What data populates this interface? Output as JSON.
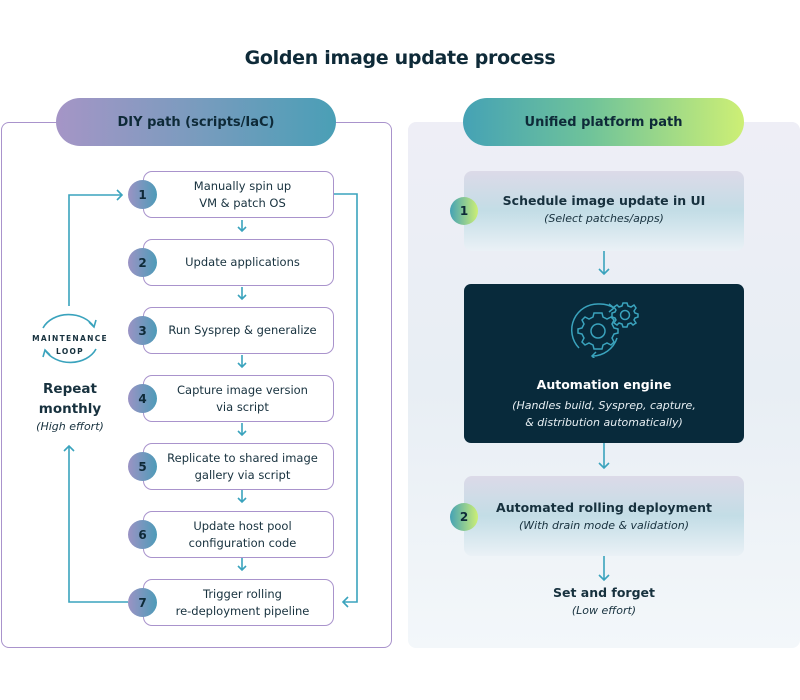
{
  "title": "Golden image update process",
  "diy": {
    "header": "DIY path (scripts/IaC)",
    "steps": [
      {
        "num": "1",
        "line1": "Manually spin up",
        "line2": "VM & patch OS"
      },
      {
        "num": "2",
        "line1": "Update applications",
        "line2": ""
      },
      {
        "num": "3",
        "line1": "Run Sysprep & generalize",
        "line2": ""
      },
      {
        "num": "4",
        "line1": "Capture image version",
        "line2": "via script"
      },
      {
        "num": "5",
        "line1": "Replicate to shared image",
        "line2": "gallery via script"
      },
      {
        "num": "6",
        "line1": "Update host pool",
        "line2": "configuration code"
      },
      {
        "num": "7",
        "line1": "Trigger rolling",
        "line2": "re-deployment pipeline"
      }
    ],
    "loop": {
      "line1": "MAINTENANCE",
      "line2": "LOOP",
      "icon": "cycle-arrows-icon"
    },
    "repeat_line1": "Repeat",
    "repeat_line2": "monthly",
    "effort": "(High effort)"
  },
  "unified": {
    "header": "Unified platform path",
    "step1": {
      "num": "1",
      "title": "Schedule image update in UI",
      "sub": "(Select patches/apps)"
    },
    "engine": {
      "icon": "gears-cycle-icon",
      "title": "Automation engine",
      "sub_line1": "(Handles build, Sysprep, capture,",
      "sub_line2": "& distribution automatically)"
    },
    "step2": {
      "num": "2",
      "title": "Automated rolling deployment",
      "sub": "(With drain mode & validation)"
    },
    "final": {
      "title": "Set and forget",
      "sub": "(Low effort)"
    }
  },
  "colors": {
    "accent": "#3aa3bd",
    "border": "#a993cc",
    "dark": "#082a3b",
    "text": "#0e2a38"
  }
}
